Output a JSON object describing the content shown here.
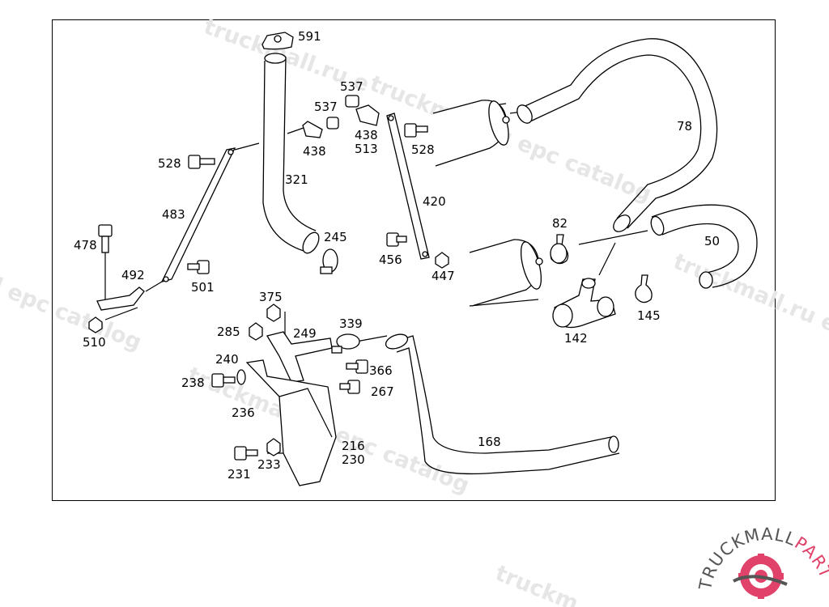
{
  "watermark": {
    "text": "truckmall.ru epc catalog",
    "text_short": "truckmall.ru e",
    "text_mid": "truckmall.ru epc catalog",
    "text_left": "l epc catalog",
    "text_bottom": "truckm"
  },
  "labels": {
    "p591": "591",
    "p537a": "537",
    "p537b": "537",
    "p438a": "438",
    "p438b": "438",
    "p513": "513",
    "p528a": "528",
    "p528b": "528",
    "p78": "78",
    "p321": "321",
    "p420": "420",
    "p483": "483",
    "p478": "478",
    "p245": "245",
    "p456": "456",
    "p447": "447",
    "p82": "82",
    "p50": "50",
    "p492": "492",
    "p501": "501",
    "p510": "510",
    "p375": "375",
    "p339": "339",
    "p285": "285",
    "p249": "249",
    "p240": "240",
    "p366": "366",
    "p238": "238",
    "p267": "267",
    "p236": "236",
    "p216": "216",
    "p230": "230",
    "p231": "231",
    "p233": "233",
    "p168": "168",
    "p142": "142",
    "p145": "145"
  },
  "logo": {
    "text_main": "TRUCKMALL",
    "text_accent": "PARTS",
    "accent_color": "#e0426a",
    "main_color": "#555555"
  }
}
